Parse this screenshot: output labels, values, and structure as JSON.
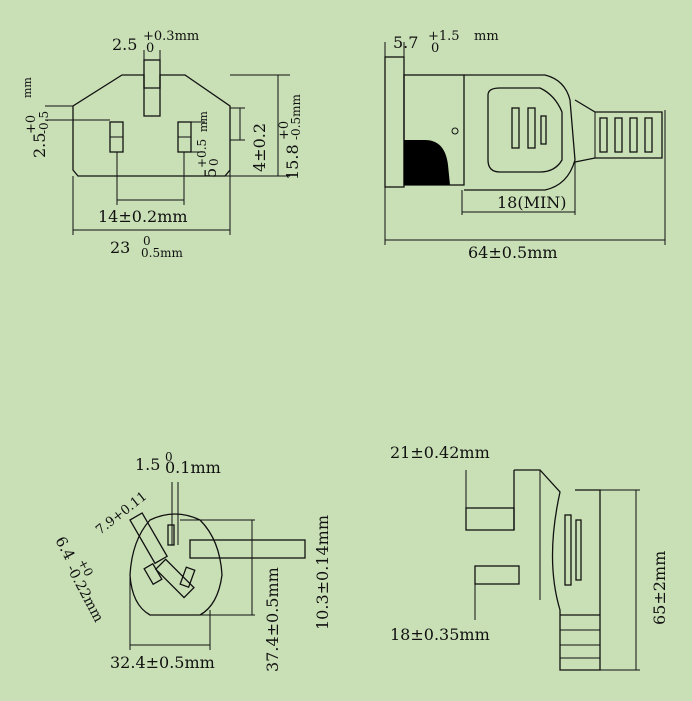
{
  "colors": {
    "background": "#c9e0b6",
    "ink": "#111111",
    "insert": "#000000"
  },
  "top_left": {
    "pin_width": "2.5",
    "pin_width_tol_upper": "+0.3mm",
    "pin_width_tol_lower": "0",
    "top_offset": "2.5",
    "top_offset_tol_upper": "+0",
    "top_offset_tol_lower": "-0.5",
    "top_offset_unit": "mm",
    "pin_side": "5",
    "pin_side_tol_upper": "+0.5",
    "pin_side_tol_lower": "0",
    "pin_side_unit": "mm",
    "pin_height": "4±0.2",
    "total_height": "15.8",
    "total_height_tol_upper": "+0",
    "total_height_tol_lower": "-0.5mm",
    "pin_spacing": "14±0.2mm",
    "total_width": "23",
    "total_width_tol_upper": "0",
    "total_width_tol_lower": "0.5mm"
  },
  "top_right": {
    "pin_thickness": "5.7",
    "pin_thickness_tol_upper": "+1.5",
    "pin_thickness_tol_lower": "0",
    "pin_thickness_unit": "mm",
    "min_length": "18(MIN)",
    "total_length": "64±0.5mm"
  },
  "bottom_left": {
    "pin_offset": "1.5",
    "pin_offset_tol_upper": "0",
    "pin_offset_tol_lower": "0.1mm",
    "angled_pin": "7.9+0.11",
    "angled_pin_width": "6.4",
    "angled_pin_width_tol_upper": "+0",
    "angled_pin_width_tol_lower": "-0.22mm",
    "body_width": "32.4±0.5mm",
    "body_height": "37.4±0.5mm",
    "pin_length": "10.3±0.14mm"
  },
  "bottom_right": {
    "top_pin": "21±0.42mm",
    "bottom_pin": "18±0.35mm",
    "total_height": "65±2mm"
  }
}
